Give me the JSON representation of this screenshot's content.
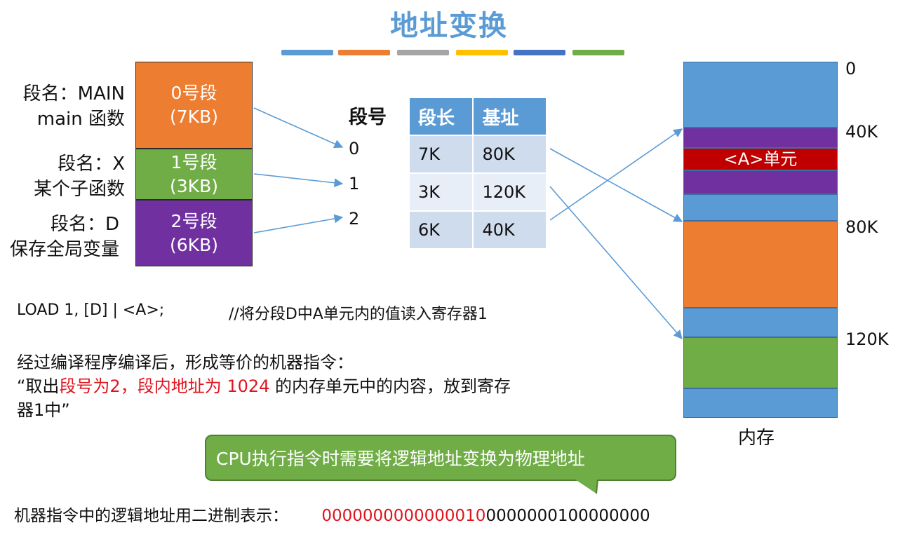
{
  "title": "地址变换",
  "title_bars": [
    "#5b9bd5",
    "#ed7d31",
    "#a5a5a5",
    "#ffc000",
    "#4472c4",
    "#70ad47"
  ],
  "segments": [
    {
      "label_line1": "段名：MAIN",
      "label_line2": "main 函数",
      "block_line1": "0号段",
      "block_line2": "(7KB)",
      "color": "#ed7d31"
    },
    {
      "label_line1": "段名：X",
      "label_line2": "某个子函数",
      "block_line1": "1号段",
      "block_line2": "(3KB)",
      "color": "#70ad47"
    },
    {
      "label_line1": "段名：D",
      "label_line2": "保存全局变量",
      "block_line1": "2号段",
      "block_line2": "(6KB)",
      "color": "#7030a0"
    }
  ],
  "segment_table": {
    "seg_no_header": "段号",
    "headers": [
      "段长",
      "基址"
    ],
    "rows": [
      {
        "seg_no": "0",
        "length": "7K",
        "base": "80K"
      },
      {
        "seg_no": "1",
        "length": "3K",
        "base": "120K"
      },
      {
        "seg_no": "2",
        "length": "6K",
        "base": "40K"
      }
    ]
  },
  "memory": {
    "label": "内存",
    "marks": [
      "0",
      "40K",
      "80K",
      "120K"
    ],
    "unit_label": "<A>单元",
    "colors": {
      "free": "#5b9bd5",
      "seg0": "#ed7d31",
      "seg1": "#70ad47",
      "seg2": "#7030a0",
      "unit": "#c00000"
    }
  },
  "instruction": {
    "code": "LOAD 1, [D] | <A>;",
    "comment": "//将分段D中A单元内的值读入寄存器1"
  },
  "description": {
    "line1": "经过编译程序编译后，形成等价的机器指令：",
    "line2_a": "“取出",
    "line2_red": "段号为2，段内地址为 1024",
    "line2_b": " 的内存单元中的内容，放到寄存",
    "line3": "器1中”"
  },
  "callout": "CPU执行指令时需要将逻辑地址变换为物理地址",
  "binary": {
    "prefix": "机器指令中的逻辑地址用二进制表示：",
    "red_part": "0000000000000010",
    "black_part": "0000000100000000"
  }
}
